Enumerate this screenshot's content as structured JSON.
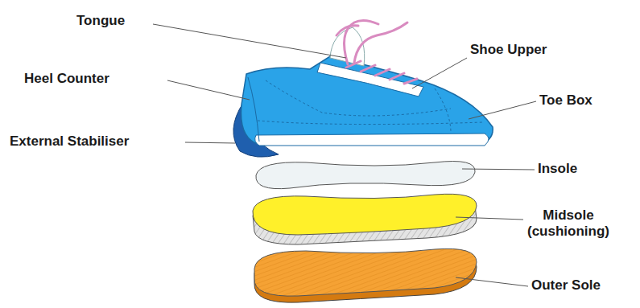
{
  "diagram": {
    "labels": [
      "Tongue",
      "Shoe Upper",
      "Heel Counter",
      "Toe Box",
      "External Stabiliser",
      "Insole",
      "Midsole (cushioning)",
      "Outer Sole"
    ]
  }
}
